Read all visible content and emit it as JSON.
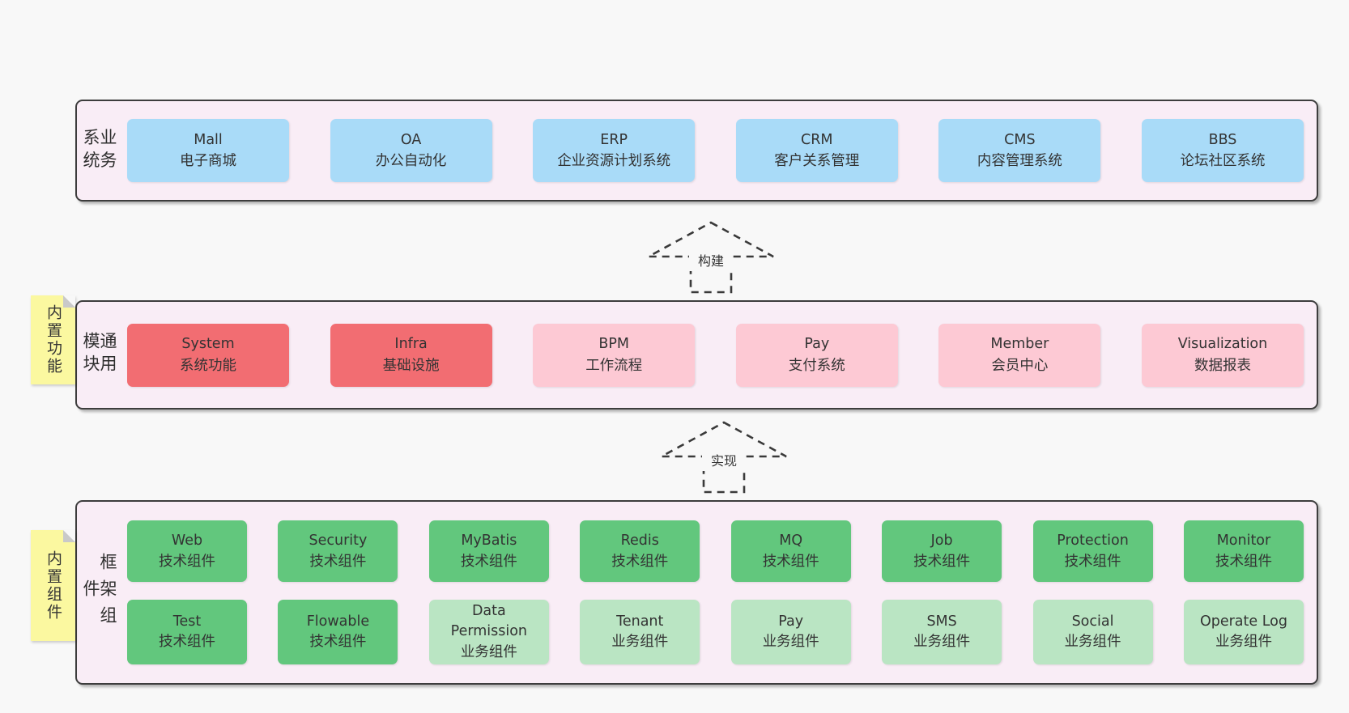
{
  "colors": {
    "page_bg": "#f8f8f8",
    "band_bg": "#f9edf6",
    "band_border": "#3d3d3d",
    "blue": "#a9dbf8",
    "red": "#f26d72",
    "pink": "#fdc9d4",
    "green_dark": "#62c77d",
    "green_light": "#bae5c3",
    "sticky_yellow": "#fbf8a0",
    "text": "#333333"
  },
  "layers": [
    {
      "label": "业务系统",
      "boxes": [
        {
          "title": "Mall",
          "subtitle": "电子商城",
          "color": "blue"
        },
        {
          "title": "OA",
          "subtitle": "办公自动化",
          "color": "blue"
        },
        {
          "title": "ERP",
          "subtitle": "企业资源计划系统",
          "color": "blue"
        },
        {
          "title": "CRM",
          "subtitle": "客户关系管理",
          "color": "blue"
        },
        {
          "title": "CMS",
          "subtitle": "内容管理系统",
          "color": "blue"
        },
        {
          "title": "BBS",
          "subtitle": "论坛社区系统",
          "color": "blue"
        }
      ]
    },
    {
      "label": "通用模块",
      "sticky": "内置功能",
      "boxes": [
        {
          "title": "System",
          "subtitle": "系统功能",
          "color": "red"
        },
        {
          "title": "Infra",
          "subtitle": "基础设施",
          "color": "red"
        },
        {
          "title": "BPM",
          "subtitle": "工作流程",
          "color": "pink"
        },
        {
          "title": "Pay",
          "subtitle": "支付系统",
          "color": "pink"
        },
        {
          "title": "Member",
          "subtitle": "会员中心",
          "color": "pink"
        },
        {
          "title": "Visualization",
          "subtitle": "数据报表",
          "color": "pink"
        }
      ]
    },
    {
      "label": "框架组件",
      "sticky": "内置组件",
      "rows": [
        [
          {
            "title": "Web",
            "subtitle": "技术组件",
            "color": "green_dark"
          },
          {
            "title": "Security",
            "subtitle": "技术组件",
            "color": "green_dark"
          },
          {
            "title": "MyBatis",
            "subtitle": "技术组件",
            "color": "green_dark"
          },
          {
            "title": "Redis",
            "subtitle": "技术组件",
            "color": "green_dark"
          },
          {
            "title": "MQ",
            "subtitle": "技术组件",
            "color": "green_dark"
          },
          {
            "title": "Job",
            "subtitle": "技术组件",
            "color": "green_dark"
          },
          {
            "title": "Protection",
            "subtitle": "技术组件",
            "color": "green_dark"
          },
          {
            "title": "Monitor",
            "subtitle": "技术组件",
            "color": "green_dark"
          }
        ],
        [
          {
            "title": "Test",
            "subtitle": "技术组件",
            "color": "green_dark"
          },
          {
            "title": "Flowable",
            "subtitle": "技术组件",
            "color": "green_dark"
          },
          {
            "title": "Data Permission",
            "subtitle": "业务组件",
            "color": "green_light"
          },
          {
            "title": "Tenant",
            "subtitle": "业务组件",
            "color": "green_light"
          },
          {
            "title": "Pay",
            "subtitle": "业务组件",
            "color": "green_light"
          },
          {
            "title": "SMS",
            "subtitle": "业务组件",
            "color": "green_light"
          },
          {
            "title": "Social",
            "subtitle": "业务组件",
            "color": "green_light"
          },
          {
            "title": "Operate Log",
            "subtitle": "业务组件",
            "color": "green_light"
          }
        ]
      ]
    }
  ],
  "arrows": [
    {
      "label": "构建"
    },
    {
      "label": "实现"
    }
  ]
}
